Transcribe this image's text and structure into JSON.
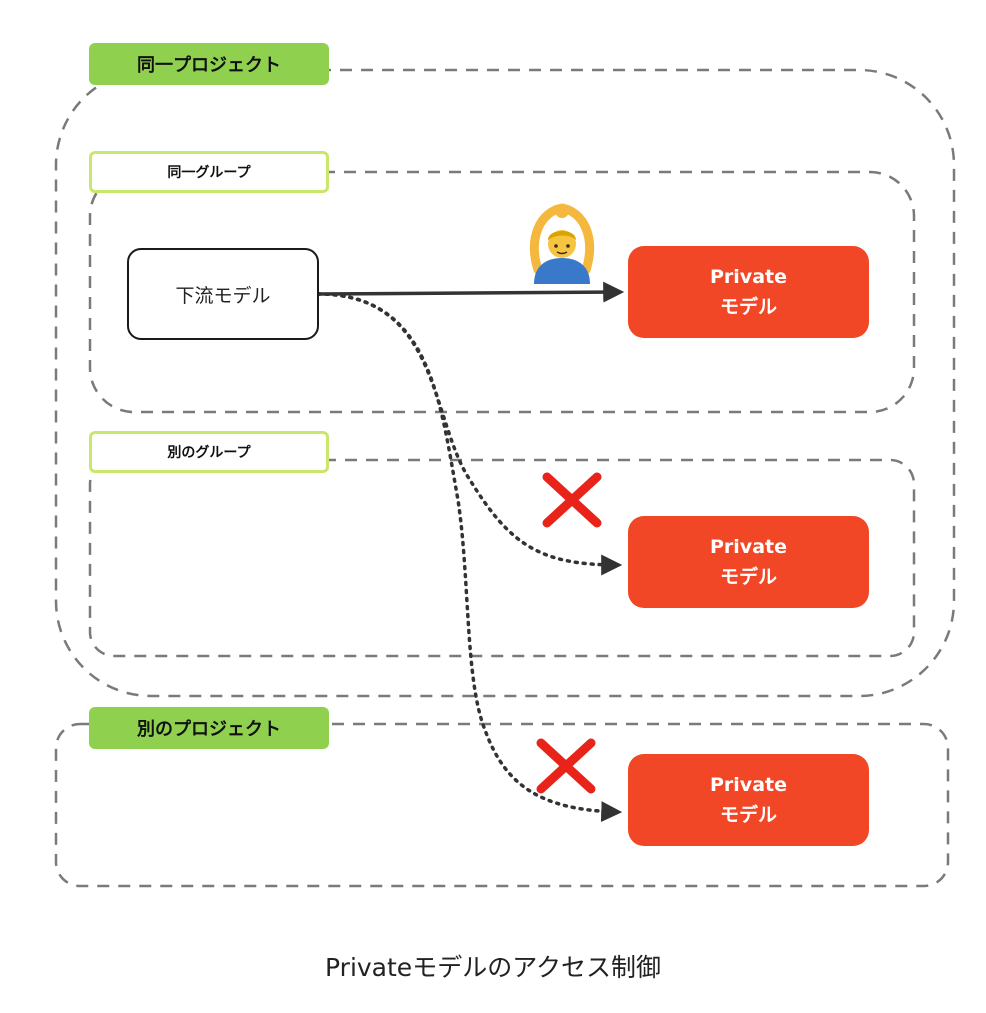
{
  "containers": {
    "same_project": {
      "label": "同一プロジェクト"
    },
    "same_group": {
      "label": "同一グループ"
    },
    "other_group": {
      "label": "別のグループ"
    },
    "other_project": {
      "label": "別のプロジェクト"
    }
  },
  "source_model": {
    "label": "下流モデル"
  },
  "targets": [
    {
      "line1": "Private",
      "line2": "モデル",
      "access": "allowed",
      "indicator": "person-gesturing-ok-icon"
    },
    {
      "line1": "Private",
      "line2": "モデル",
      "access": "denied",
      "indicator": "cross-mark-icon"
    },
    {
      "line1": "Private",
      "line2": "モデル",
      "access": "denied",
      "indicator": "cross-mark-icon"
    }
  ],
  "caption": "Privateモデルのアクセス制御",
  "colors": {
    "project_tag": "#8fd14f",
    "group_tag_border": "#c9e86b",
    "private_model": "#f24726",
    "cross_mark": "#e8231a",
    "dashed_border": "#7a7a7a"
  }
}
